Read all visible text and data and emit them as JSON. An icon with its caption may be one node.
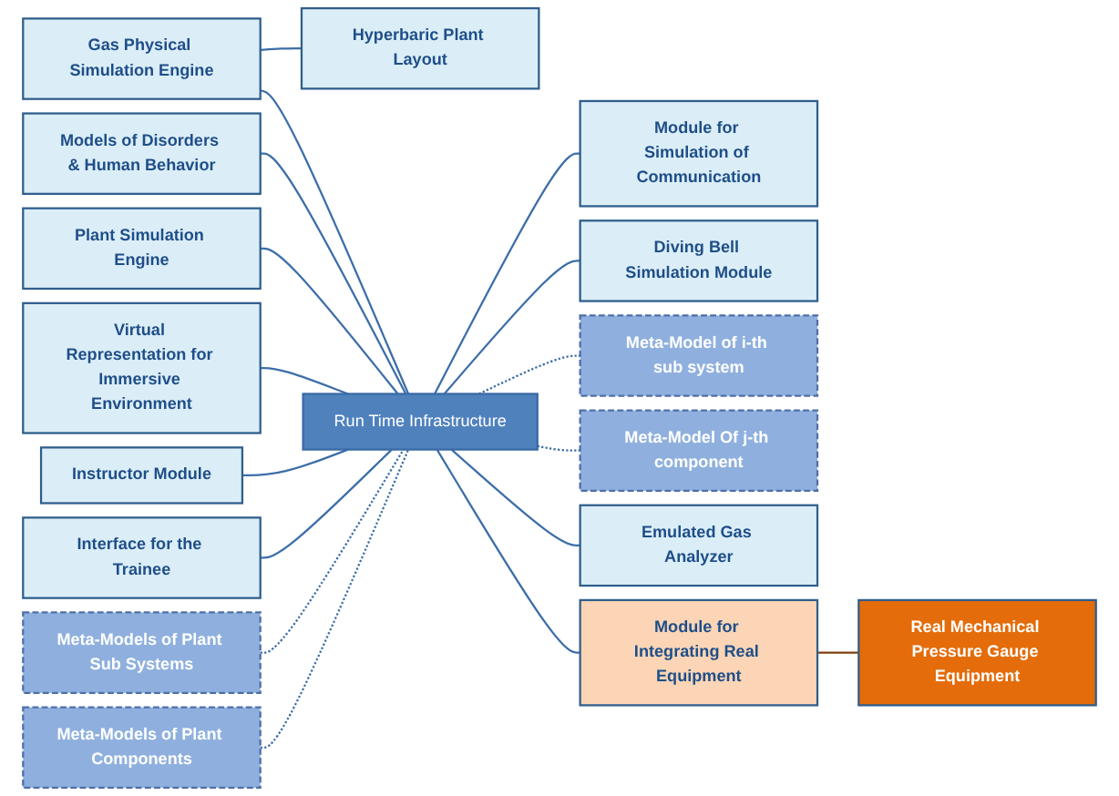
{
  "diagram": {
    "nodes": [
      {
        "text": [
          "Gas Physical Simulation Engine"
        ]
      },
      {
        "text": [
          "Hyperbaric Plant Layout"
        ]
      },
      {
        "text": [
          "Module for Simulation of Communication"
        ]
      },
      {
        "text": [
          "Models of Disorders & Human Behavior"
        ]
      },
      {
        "text": [
          "Meta-Models of Plant Sub Systems"
        ]
      },
      {
        "text": [
          "Diving Bell Simulation Module"
        ]
      },
      {
        "text": [
          "Meta-Model of i-th sub system"
        ]
      },
      {
        "text": [
          "Plant Simulation Engine"
        ]
      },
      {
        "text": [
          "Meta-Models of Plant Components"
        ]
      },
      {
        "text": [
          "Meta-Model Of j-th component"
        ]
      },
      {
        "text": [
          "Virtual Representation for Immersive Environment"
        ]
      },
      {
        "text": [
          "Emulated Gas Analyzer"
        ]
      },
      {
        "text": [
          "Module for Integrating Real Equipment"
        ]
      },
      {
        "text": [
          "Instructor Module"
        ]
      },
      {
        "text": [
          "Interface for the Trainee"
        ]
      },
      {
        "text": [
          "Real Mechanical Pressure Gauge Equipment"
        ]
      },
      {
        "text": [
          "Run Time Infrastructure"
        ]
      }
    ],
    "edges": [
      {
        "from": 0,
        "to": 1,
        "arrow": "none"
      },
      {
        "from": 0,
        "to": 16,
        "arrow": "none"
      },
      {
        "from": 3,
        "to": 16,
        "arrow": "none"
      },
      {
        "from": 7,
        "to": 16,
        "arrow": "none"
      },
      {
        "from": 10,
        "to": 16,
        "arrow": "none"
      },
      {
        "from": 13,
        "to": 16,
        "arrow": "none"
      },
      {
        "from": 14,
        "to": 16,
        "arrow": "none"
      },
      {
        "from": 4,
        "to": 16,
        "arrow": "none",
        "style": "dashed"
      },
      {
        "from": 8,
        "to": 16,
        "arrow": "none",
        "style": "dashed"
      },
      {
        "from": 16,
        "to": 9,
        "arrow": "none",
        "style": "dashed"
      },
      {
        "from": 16,
        "to": 6,
        "arrow": "none",
        "style": "dashed"
      },
      {
        "from": 16,
        "to": 11,
        "arrow": "none"
      },
      {
        "from": 16,
        "to": 12,
        "arrow": "none"
      },
      {
        "from": 12,
        "to": 15,
        "arrow": "none",
        "color": "#7f3f10"
      },
      {
        "from": 16,
        "to": 5,
        "arrow": "none"
      },
      {
        "from": 16,
        "to": 2,
        "arrow": "none"
      }
    ]
  }
}
